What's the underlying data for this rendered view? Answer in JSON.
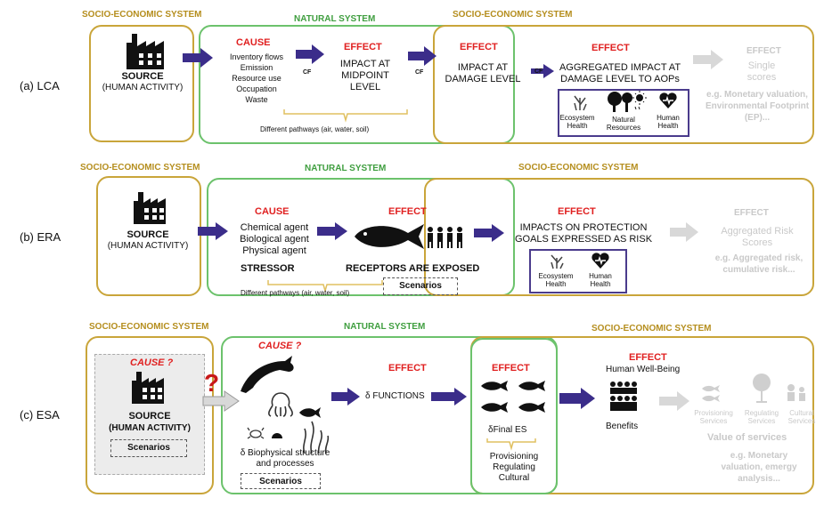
{
  "rows": {
    "lca": {
      "label": "(a) LCA",
      "systems": [
        "SOCIO-ECONOMIC SYSTEM",
        "NATURAL SYSTEM",
        "SOCIO-ECONOMIC SYSTEM"
      ],
      "source": {
        "title": "SOURCE",
        "subtitle": "(HUMAN ACTIVITY)"
      },
      "cause": {
        "title": "CAUSE",
        "items": [
          "Inventory flows",
          "Emission",
          "Resource use",
          "Occupation",
          "Waste"
        ]
      },
      "cf": "CF",
      "effect1": {
        "title": "EFFECT",
        "text": [
          "IMPACT AT",
          "MIDPOINT",
          "LEVEL"
        ]
      },
      "effect2": {
        "title": "EFFECT",
        "text": [
          "IMPACT AT",
          "DAMAGE LEVEL"
        ]
      },
      "effect3": {
        "title": "EFFECT",
        "text": [
          "AGGREGATED IMPACT AT",
          "DAMAGE LEVEL TO AOPs"
        ]
      },
      "aop": [
        [
          "Ecosystem",
          "Health"
        ],
        [
          "Natural",
          "Resources"
        ],
        [
          "Human",
          "Health"
        ]
      ],
      "effect4": {
        "title": "EFFECT",
        "text": [
          "Single",
          "scores"
        ],
        "example": [
          "e.g. Monetary valuation,",
          "Environmental Footprint",
          "(EP)..."
        ]
      },
      "pathways": "Different pathways (air, water, soil)"
    },
    "era": {
      "label": "(b) ERA",
      "systems": [
        "SOCIO-ECONOMIC SYSTEM",
        "NATURAL SYSTEM",
        "SOCIO-ECONOMIC SYSTEM"
      ],
      "source": {
        "title": "SOURCE",
        "subtitle": "(HUMAN ACTIVITY)"
      },
      "cause": {
        "title": "CAUSE",
        "items": [
          "Chemical agent",
          "Biological agent",
          "Physical agent"
        ],
        "stressor": "STRESSOR"
      },
      "effect1": {
        "title": "EFFECT",
        "text": "RECEPTORS ARE EXPOSED"
      },
      "scenarios": "Scenarios",
      "effect2": {
        "title": "EFFECT",
        "text": [
          "IMPACTS ON PROTECTION",
          "GOALS EXPRESSED AS RISK"
        ]
      },
      "goals": [
        [
          "Ecosystem",
          "Health"
        ],
        [
          "Human",
          "Health"
        ]
      ],
      "effect3": {
        "title": "EFFECT",
        "text": [
          "Aggregated Risk",
          "Scores"
        ],
        "example": [
          "e.g. Aggregated risk,",
          "cumulative risk..."
        ]
      },
      "pathways": "Different pathways (air, water, soil)"
    },
    "esa": {
      "label": "(c) ESA",
      "systems": [
        "SOCIO-ECONOMIC SYSTEM",
        "NATURAL SYSTEM",
        "SOCIO-ECONOMIC SYSTEM"
      ],
      "cause_q": "CAUSE ?",
      "source": {
        "title": "SOURCE",
        "subtitle": "(HUMAN ACTIVITY)"
      },
      "scenarios": "Scenarios",
      "question": "?",
      "cause2": "CAUSE ?",
      "biophys": [
        "δ Biophysical structure",
        "and processes"
      ],
      "scenarios2": "Scenarios",
      "effect1": {
        "title": "EFFECT",
        "text": "δ FUNCTIONS"
      },
      "effect2": {
        "title": "EFFECT",
        "text": "δFinal ES",
        "types": [
          "Provisioning",
          "Regulating",
          "Cultural"
        ]
      },
      "effect3": {
        "title": "EFFECT",
        "text": "Human Well-Being",
        "benefits": "Benefits"
      },
      "services": [
        [
          "Provisioning",
          "Services"
        ],
        [
          "Regulating",
          "Services"
        ],
        [
          "Cultural",
          "Services"
        ]
      ],
      "value": "Value of services",
      "example": [
        "e.g. Monetary",
        "valuation, emergy",
        "analysis..."
      ]
    }
  },
  "colors": {
    "socio": "#c9a53a",
    "natural": "#6cc26c",
    "arrow": "#3b2d8a",
    "red": "#e02020",
    "grey": "#c9c9c9"
  }
}
